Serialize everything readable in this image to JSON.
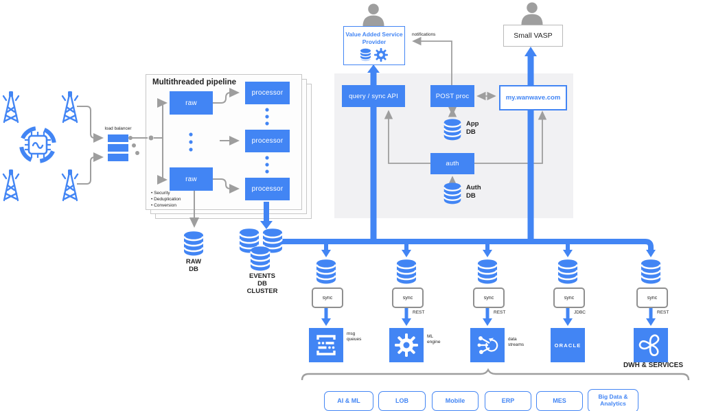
{
  "colors": {
    "blue": "#4285f4",
    "gray": "#9e9e9e",
    "dark": "#212121",
    "panel": "#f1f1f3"
  },
  "left": {
    "collector_label": "load balancer"
  },
  "pipeline": {
    "title": "Multithreaded pipeline",
    "raw_boxes": [
      "raw",
      "raw"
    ],
    "processors": [
      "processor",
      "processor",
      "processor"
    ],
    "bullets": [
      "Security",
      "Deduplication",
      "Conversion"
    ]
  },
  "top": {
    "vasp_title": "Value Added Service\nProvider",
    "small_vasp": "Small VASP",
    "notifications_label": "notifications"
  },
  "platform": {
    "query_api": "query / sync API",
    "post_proc": "POST proc",
    "portal": "my.wanwave.com",
    "auth": "auth",
    "app_db": "App\nDB",
    "auth_db": "Auth\nDB"
  },
  "storage": {
    "raw_db": "RAW\nDB",
    "events_db": "EVENTS\nDB\nCLUSTER"
  },
  "columns": [
    {
      "connector": "sync",
      "protocol": "",
      "label": "msg\nqueues"
    },
    {
      "connector": "sync",
      "protocol": "REST",
      "label": "ML\nengine"
    },
    {
      "connector": "sync",
      "protocol": "REST",
      "label": "data\nstreams"
    },
    {
      "connector": "sync",
      "protocol": "JDBC",
      "label": "",
      "tile_text": "ORACLE"
    },
    {
      "connector": "sync",
      "protocol": "REST",
      "label": ""
    }
  ],
  "group_label": "DWH & SERVICES",
  "consumers": [
    "AI & ML",
    "LOB",
    "Mobile",
    "ERP",
    "MES",
    "Big Data &\nAnalytics"
  ]
}
